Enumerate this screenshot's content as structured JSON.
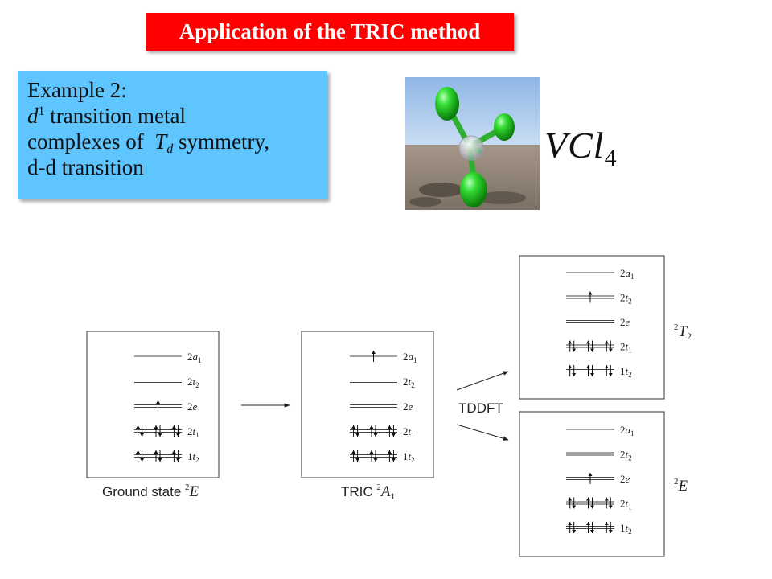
{
  "title": "Application of the TRIC method",
  "example": {
    "line1": "Example 2:",
    "line2_d": "d",
    "line2_sup": "1",
    "line2_rest": " transition metal",
    "line3_pre": "complexes of  ",
    "line3_T": "T",
    "line3_sub": "d",
    "line3_post": " symmetry,",
    "line4": "d-d transition"
  },
  "molecule": {
    "label_main": "VCl",
    "label_sub": "4"
  },
  "colors": {
    "title_bg": "#ff0000",
    "title_fg": "#ffffff",
    "example_bg": "#5ec5ff",
    "chlorine": "#22cc22",
    "floor": "#8c7f73",
    "sky_top": "#8fb7e6"
  },
  "panels": [
    {
      "id": "ground",
      "caption_text": "Ground state ",
      "caption_sup": "2",
      "caption_sym": "E",
      "caption_sub": "",
      "levels": [
        {
          "name": "2a",
          "sub": "1",
          "style": "single",
          "occ": ""
        },
        {
          "name": "2t",
          "sub": "2",
          "style": "double",
          "occ": ""
        },
        {
          "name": "2e",
          "sub": "",
          "style": "double",
          "occ": "up1"
        },
        {
          "name": "2t",
          "sub": "1",
          "style": "double",
          "occ": "full3"
        },
        {
          "name": "1t",
          "sub": "2",
          "style": "double",
          "occ": "full3"
        }
      ]
    },
    {
      "id": "tric",
      "caption_text": "TRIC ",
      "caption_sup": "2",
      "caption_sym": "A",
      "caption_sub": "1",
      "levels": [
        {
          "name": "2a",
          "sub": "1",
          "style": "single",
          "occ": "up1"
        },
        {
          "name": "2t",
          "sub": "2",
          "style": "double",
          "occ": ""
        },
        {
          "name": "2e",
          "sub": "",
          "style": "double",
          "occ": ""
        },
        {
          "name": "2t",
          "sub": "1",
          "style": "double",
          "occ": "full3"
        },
        {
          "name": "1t",
          "sub": "2",
          "style": "double",
          "occ": "full3"
        }
      ]
    },
    {
      "id": "t2",
      "caption_text": "",
      "caption_sup": "2",
      "caption_sym": "T",
      "caption_sub": "2",
      "levels": [
        {
          "name": "2a",
          "sub": "1",
          "style": "single",
          "occ": ""
        },
        {
          "name": "2t",
          "sub": "2",
          "style": "double",
          "occ": "up1"
        },
        {
          "name": "2e",
          "sub": "",
          "style": "double",
          "occ": ""
        },
        {
          "name": "2t",
          "sub": "1",
          "style": "double",
          "occ": "full3"
        },
        {
          "name": "1t",
          "sub": "2",
          "style": "double",
          "occ": "full3"
        }
      ]
    },
    {
      "id": "e",
      "caption_text": "",
      "caption_sup": "2",
      "caption_sym": "E",
      "caption_sub": "",
      "levels": [
        {
          "name": "2a",
          "sub": "1",
          "style": "single",
          "occ": ""
        },
        {
          "name": "2t",
          "sub": "2",
          "style": "double",
          "occ": ""
        },
        {
          "name": "2e",
          "sub": "",
          "style": "double",
          "occ": "up1"
        },
        {
          "name": "2t",
          "sub": "1",
          "style": "double",
          "occ": "full3"
        },
        {
          "name": "1t",
          "sub": "2",
          "style": "double",
          "occ": "full3"
        }
      ]
    }
  ],
  "tddft_label": "TDDFT"
}
